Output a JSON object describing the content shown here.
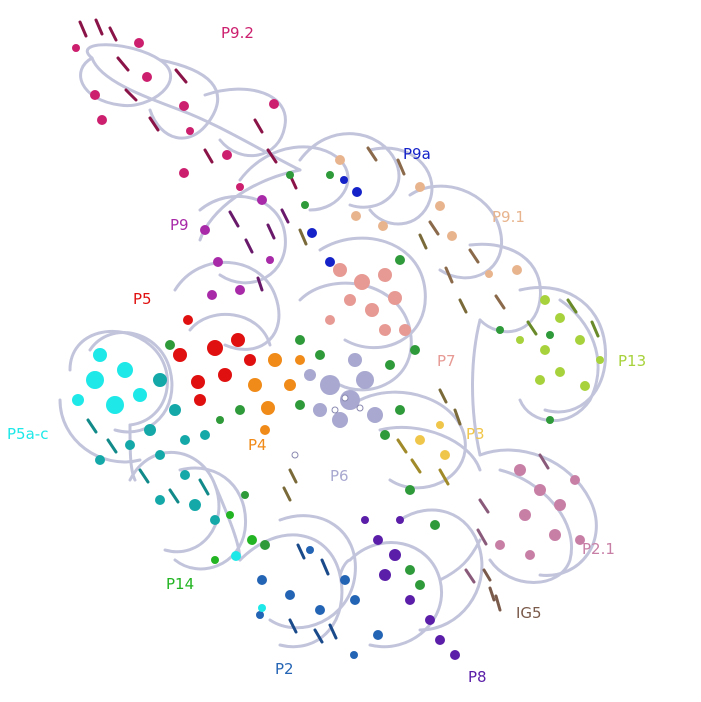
{
  "labels": {
    "p9_2": "P9.2",
    "p9a": "P9a",
    "p9_1": "P9.1",
    "p9": "P9",
    "p5": "P5",
    "p7": "P7",
    "p13": "P13",
    "p5a_c": "P5a-c",
    "p3": "P3",
    "p4": "P4",
    "p6": "P6",
    "p2_1": "P2.1",
    "p14": "P14",
    "ig5": "IG5",
    "p2": "P2",
    "p8": "P8"
  },
  "colors": {
    "p9_2": "#cc1f6e",
    "p9a": "#1422c8",
    "p9_1": "#e8b48e",
    "p9": "#a82aa8",
    "p5": "#e01010",
    "p7": "#e79a94",
    "p13": "#a8d23c",
    "p5a_c": "#1ee8e8",
    "p3": "#f0c64a",
    "p4": "#f08a18",
    "p6": "#a8a8d0",
    "p2_1": "#c87fa6",
    "p14": "#22b422",
    "ig5": "#7a5a4a",
    "p2": "#2464b4",
    "p8": "#5a1ea8",
    "backbone": "#c2c4dc",
    "base_green": "#2e9a3a",
    "base_brown": "#7a6a3a"
  }
}
